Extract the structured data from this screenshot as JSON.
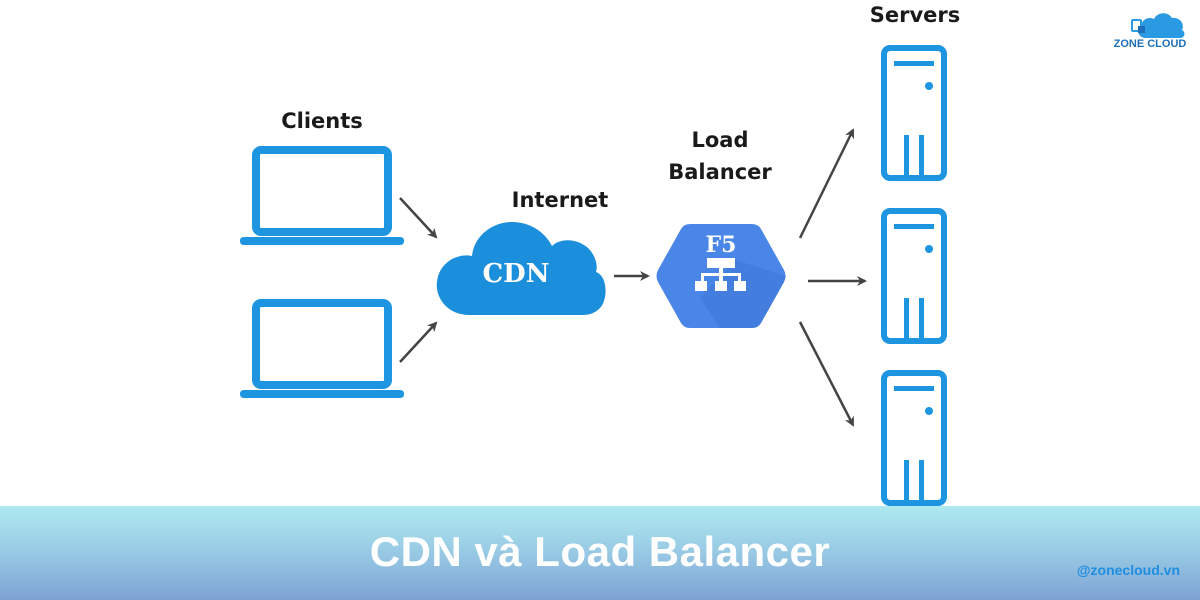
{
  "diagram": {
    "labels": {
      "clients": "Clients",
      "internet": "Internet",
      "load_balancer_line1": "Load",
      "load_balancer_line2": "Balancer",
      "servers": "Servers"
    },
    "cdn_text": "CDN",
    "lb_text": "F5",
    "nodes": [
      "client-laptop-1",
      "client-laptop-2",
      "cdn-cloud",
      "load-balancer",
      "server-1",
      "server-2",
      "server-3"
    ],
    "edges": [
      {
        "from": "client-laptop-1",
        "to": "cdn-cloud"
      },
      {
        "from": "client-laptop-2",
        "to": "cdn-cloud"
      },
      {
        "from": "cdn-cloud",
        "to": "load-balancer"
      },
      {
        "from": "load-balancer",
        "to": "server-1"
      },
      {
        "from": "load-balancer",
        "to": "server-2"
      },
      {
        "from": "load-balancer",
        "to": "server-3"
      }
    ],
    "colors": {
      "icon_blue": "#1e95e0",
      "cloud_blue": "#1b8fdb",
      "lb_blue": "#4a86e8",
      "arrow": "#444444"
    }
  },
  "brand": {
    "logo_text": "ZONE CLOUD"
  },
  "banner": {
    "title": "CDN và Load Balancer",
    "handle": "@zonecloud.vn"
  }
}
